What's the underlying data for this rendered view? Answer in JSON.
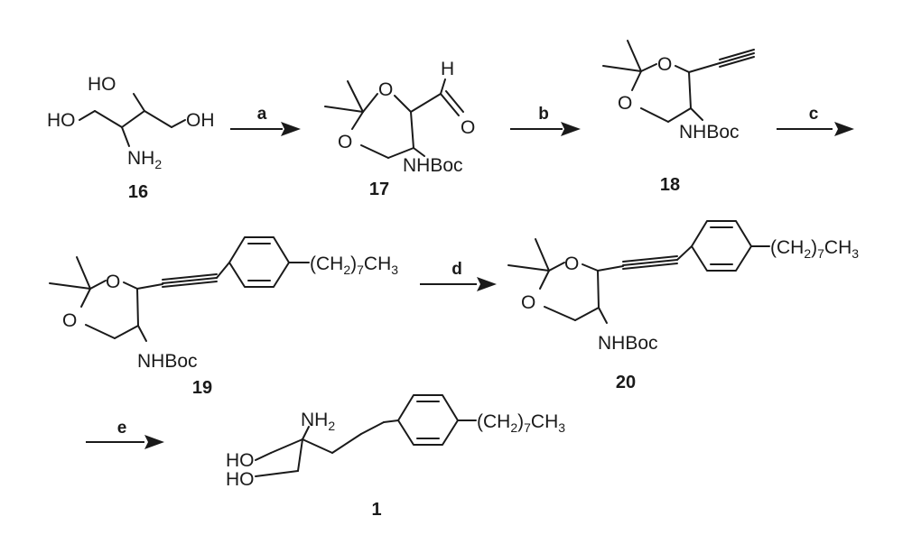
{
  "compounds": {
    "c16": {
      "label": "16",
      "groups": {
        "ho_top": "HO",
        "oh": "OH",
        "ho_left": "HO",
        "amine": "NH",
        "amine_sub": "2"
      }
    },
    "c17": {
      "label": "17",
      "groups": {
        "ring_o_top": "O",
        "ring_o_left": "O",
        "aldehyde_h": "H",
        "aldehyde_o": "O",
        "nhboc": "NHBoc"
      }
    },
    "c18": {
      "label": "18",
      "groups": {
        "ring_o_top": "O",
        "ring_o_left": "O",
        "nhboc": "NHBoc"
      }
    },
    "c19": {
      "label": "19",
      "groups": {
        "ring_o_top": "O",
        "ring_o_left": "O",
        "nhboc": "NHBoc",
        "chain_a": "(CH",
        "chain_sub_a": "2",
        "chain_b": ")",
        "chain_sub_b": "7",
        "chain_c": "CH",
        "chain_sub_c": "3"
      }
    },
    "c20": {
      "label": "20",
      "groups": {
        "ring_o_top": "O",
        "ring_o_left": "O",
        "nhboc": "NHBoc",
        "chain_a": "(CH",
        "chain_sub_a": "2",
        "chain_b": ")",
        "chain_sub_b": "7",
        "chain_c": "CH",
        "chain_sub_c": "3"
      }
    },
    "c1": {
      "label": "1",
      "groups": {
        "amine": "NH",
        "amine_sub": "2",
        "ho_a": "HO",
        "ho_b": "HO",
        "chain_a": "(CH",
        "chain_sub_a": "2",
        "chain_b": ")",
        "chain_sub_b": "7",
        "chain_c": "CH",
        "chain_sub_c": "3"
      }
    }
  },
  "steps": {
    "a": "a",
    "b": "b",
    "c": "c",
    "d": "d",
    "e": "e"
  }
}
